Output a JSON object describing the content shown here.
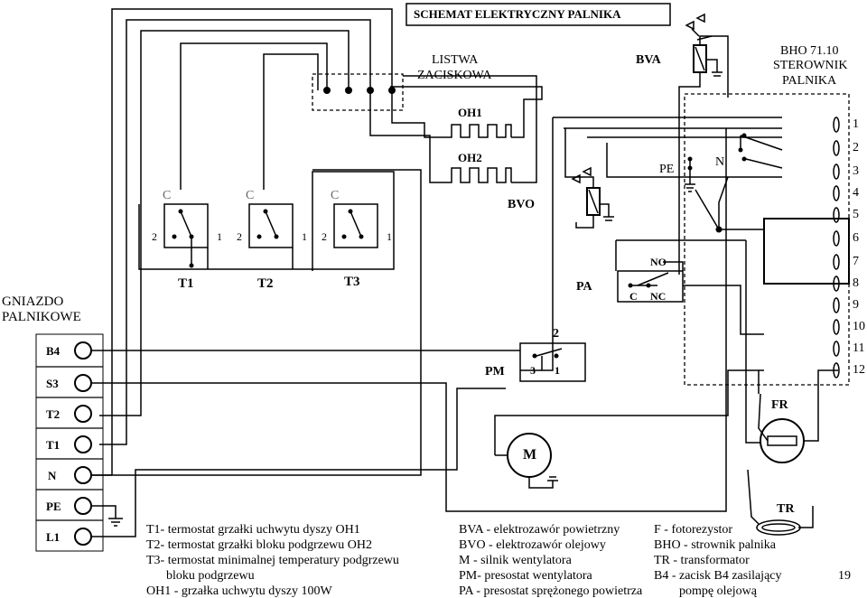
{
  "title": "SCHEMAT ELEKTRYCZNY PALNIKA",
  "terminal_strip": [
    "LISTWA",
    "ZACISKOWA"
  ],
  "controller": {
    "model": "BHO 71.10",
    "line2": "STEROWNIK",
    "line3": "PALNIKA"
  },
  "controller_pins": [
    "1",
    "2",
    "3",
    "4",
    "5",
    "6",
    "7",
    "8",
    "9",
    "10",
    "11",
    "12"
  ],
  "socket": {
    "label": [
      "GNIAZDO",
      "PALNIKOWE"
    ],
    "pins": [
      "B4",
      "S3",
      "T2",
      "T1",
      "N",
      "PE",
      "L1"
    ]
  },
  "thermostats": [
    {
      "name": "T1",
      "c": "C",
      "left": "2",
      "right": "1"
    },
    {
      "name": "T2",
      "c": "C",
      "left": "2",
      "right": "1"
    },
    {
      "name": "T3",
      "c": "C",
      "left": "2",
      "right": "1"
    }
  ],
  "labels": {
    "oh1": "OH1",
    "oh2": "OH2",
    "bva": "BVA",
    "bvo": "BVO",
    "pe": "PE",
    "n": "N",
    "pa": "PA",
    "no": "NO",
    "c": "C",
    "nc": "NC",
    "pm": "PM",
    "pm_2": "2",
    "pm_3": "3",
    "pm_1": "1",
    "m": "M",
    "fr": "FR",
    "tr": "TR"
  },
  "legend_col1": [
    {
      "text": "T1- termostat grzałki uchwytu dyszy OH1"
    },
    {
      "text": "T2- termostat grzałki bloku podgrzewu OH2"
    },
    {
      "text": "T3- termostat minimalnej temperatury podgrzewu"
    },
    {
      "text": "bloku podgrzewu",
      "indent": true
    },
    {
      "text": "OH1 - grzałka uchwytu dyszy 100W"
    }
  ],
  "legend_col2": [
    "BVA - elektrozawór powietrzny",
    "BVO - elektrozawór olejowy",
    "M - silnik wentylatora",
    "PM- presostat wentylatora",
    "PA - presostat sprężonego powietrza"
  ],
  "legend_col3": [
    "F - fotorezystor",
    "BHO - strownik palnika",
    "TR - transformator",
    "B4 - zacisk B4 zasilający",
    "pompę olejową"
  ],
  "page_number": "19"
}
